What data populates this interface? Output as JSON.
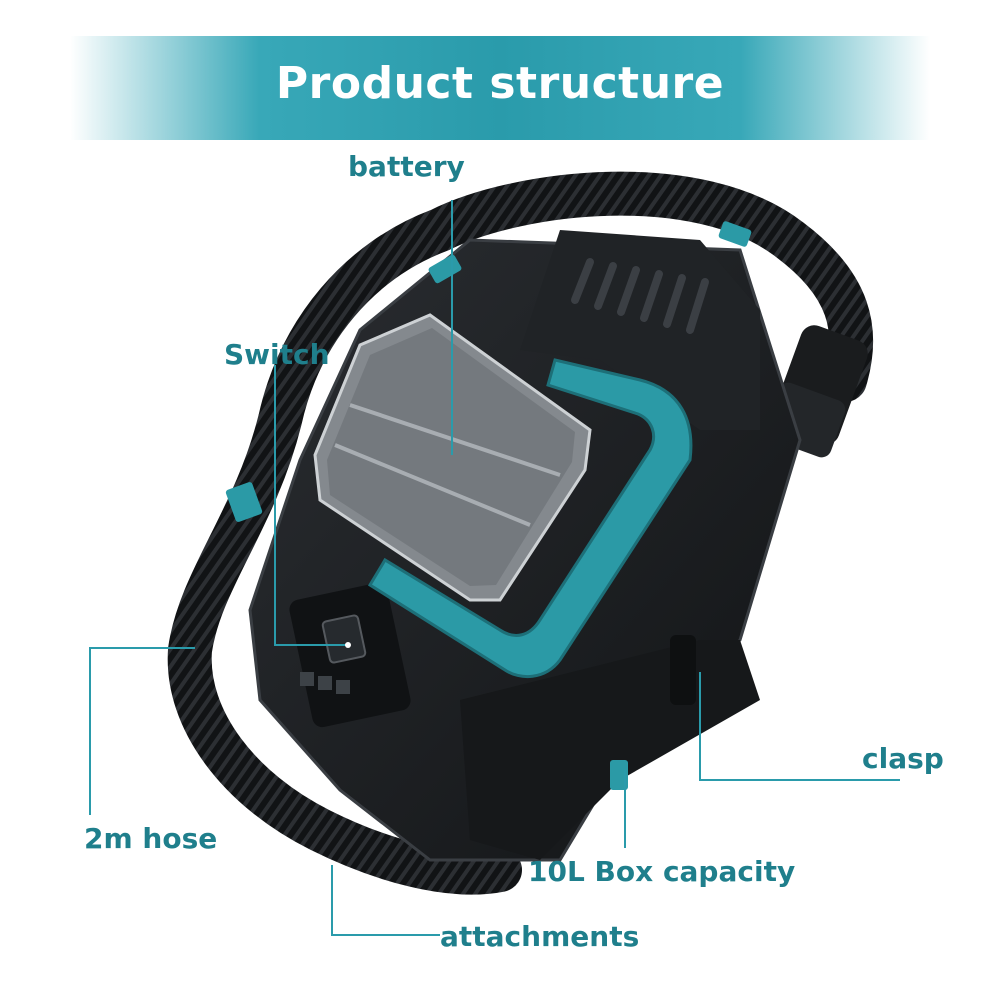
{
  "header": {
    "title": "Product structure"
  },
  "labels": {
    "battery": "battery",
    "switch": "Switch",
    "hose": "2m hose",
    "clasp": "clasp",
    "capacity": "10L Box capacity",
    "attachments": "attachments"
  },
  "colors": {
    "accent": "#2a9bab",
    "label_text": "#1f7f8c",
    "body": "#1b1d1f",
    "teal_parts": "#2b9aa6"
  }
}
